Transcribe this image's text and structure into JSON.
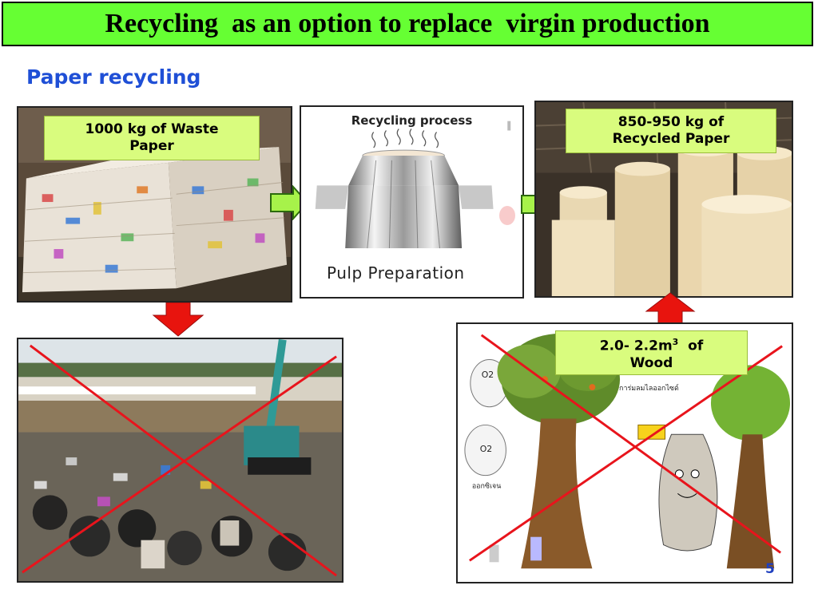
{
  "slide": {
    "title": "Recycling  as an option to replace  virgin production",
    "heading": "Paper recycling",
    "page_number": "5"
  },
  "waste_paper": {
    "label": "1000 kg of Waste\nPaper"
  },
  "process": {
    "title": "Recycling process",
    "caption": "Pulp Preparation"
  },
  "recycled_paper": {
    "label": "850-950 kg of\nRecycled Paper"
  },
  "wood": {
    "label_prefix": "2.0- 2.2m",
    "label_sup": "3",
    "label_suffix": "  of",
    "label_line2": "Wood"
  },
  "cartoon_text": {
    "o2": "O2",
    "o2_caption": "ออกซิเจน",
    "top_caption": "การ่มลมไลออกไซด์"
  },
  "colors": {
    "title_bg": "#66ff33",
    "label_bg": "#d9fc7e",
    "heading": "#1f4fd6",
    "cross": "#e8141c",
    "arrow_green": "#a7f24a",
    "arrow_red": "#e8140e"
  },
  "icons": [
    "arrow-right-icon",
    "arrow-down-icon",
    "arrow-up-icon",
    "cross-out-icon"
  ]
}
